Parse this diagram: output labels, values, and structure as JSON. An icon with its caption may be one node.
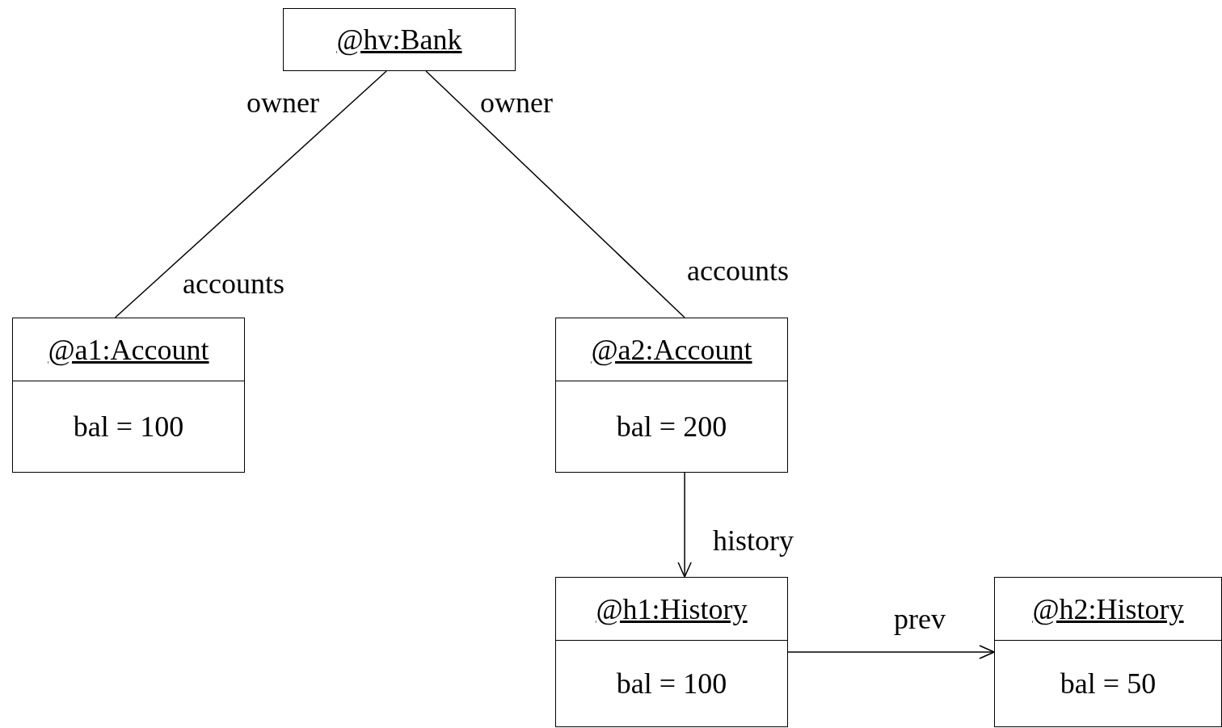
{
  "diagram": {
    "nodes": [
      {
        "text": [
          "@hv:Bank"
        ]
      },
      {
        "text": [
          "@a1:Account",
          "bal = 100"
        ]
      },
      {
        "text": [
          "@a2:Account",
          "bal = 200"
        ]
      },
      {
        "text": [
          "@h1:History",
          "bal = 100"
        ]
      },
      {
        "text": [
          "@h2:History",
          "bal = 50"
        ]
      }
    ],
    "edges": [
      {
        "from": 0,
        "to": 1,
        "arrow": "none"
      },
      {
        "from": 0,
        "to": 2,
        "arrow": "none"
      },
      {
        "from": 2,
        "to": 3,
        "arrow": "to",
        "label": "history"
      },
      {
        "from": 3,
        "to": 4,
        "arrow": "to",
        "label": "prev"
      }
    ],
    "labels": [
      "owner",
      "owner",
      "accounts",
      "accounts"
    ]
  }
}
